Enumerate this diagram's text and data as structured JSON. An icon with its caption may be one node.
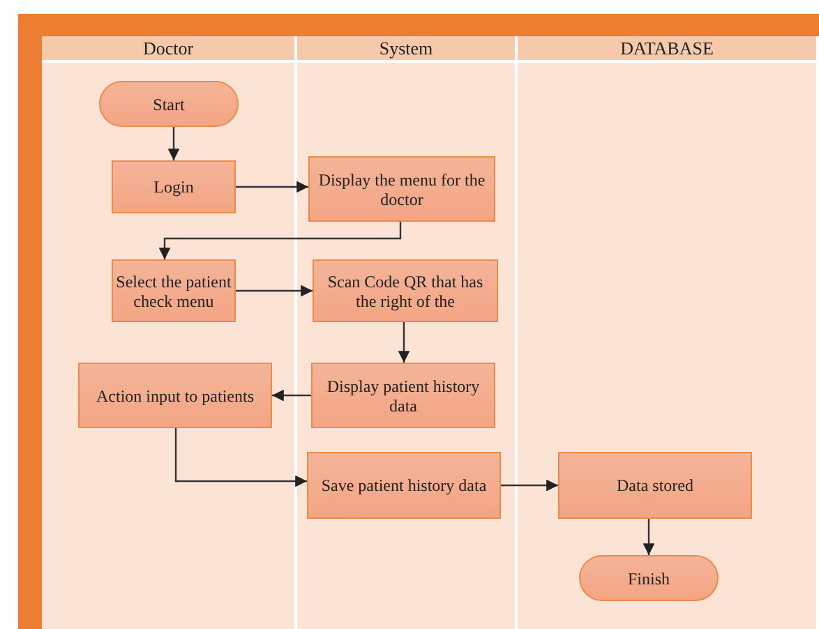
{
  "diagram": {
    "nodes": [
      {
        "text": [
          "Doctor"
        ]
      },
      {
        "text": [
          "System"
        ]
      },
      {
        "text": [
          "DATABASE"
        ]
      },
      {
        "text": [
          "Start"
        ],
        "in": 0
      },
      {
        "text": [
          "Login"
        ],
        "in": 0
      },
      {
        "text": [
          "Display the menu for the doctor"
        ],
        "in": 1
      },
      {
        "text": [
          "Select the patient check menu"
        ],
        "in": 0
      },
      {
        "text": [
          "Scan Code QR that has the right of the"
        ],
        "in": 1
      },
      {
        "text": [
          "Action input to patients"
        ],
        "in": 0
      },
      {
        "text": [
          "Display patient history data"
        ],
        "in": 1
      },
      {
        "text": [
          "Save patient history data"
        ],
        "in": 1
      },
      {
        "text": [
          "Data stored"
        ],
        "in": 2
      },
      {
        "text": [
          "Finish"
        ],
        "in": 2
      }
    ],
    "edges": [
      {
        "from": 3,
        "to": 4,
        "arrow": "to"
      },
      {
        "from": 4,
        "to": 5,
        "arrow": "to"
      },
      {
        "from": 5,
        "to": 6,
        "arrow": "to"
      },
      {
        "from": 6,
        "to": 7,
        "arrow": "to"
      },
      {
        "from": 7,
        "to": 9,
        "arrow": "to"
      },
      {
        "from": 9,
        "to": 8,
        "arrow": "to"
      },
      {
        "from": 8,
        "to": 10,
        "arrow": "to"
      },
      {
        "from": 10,
        "to": 11,
        "arrow": "to"
      },
      {
        "from": 11,
        "to": 12,
        "arrow": "to"
      }
    ]
  }
}
